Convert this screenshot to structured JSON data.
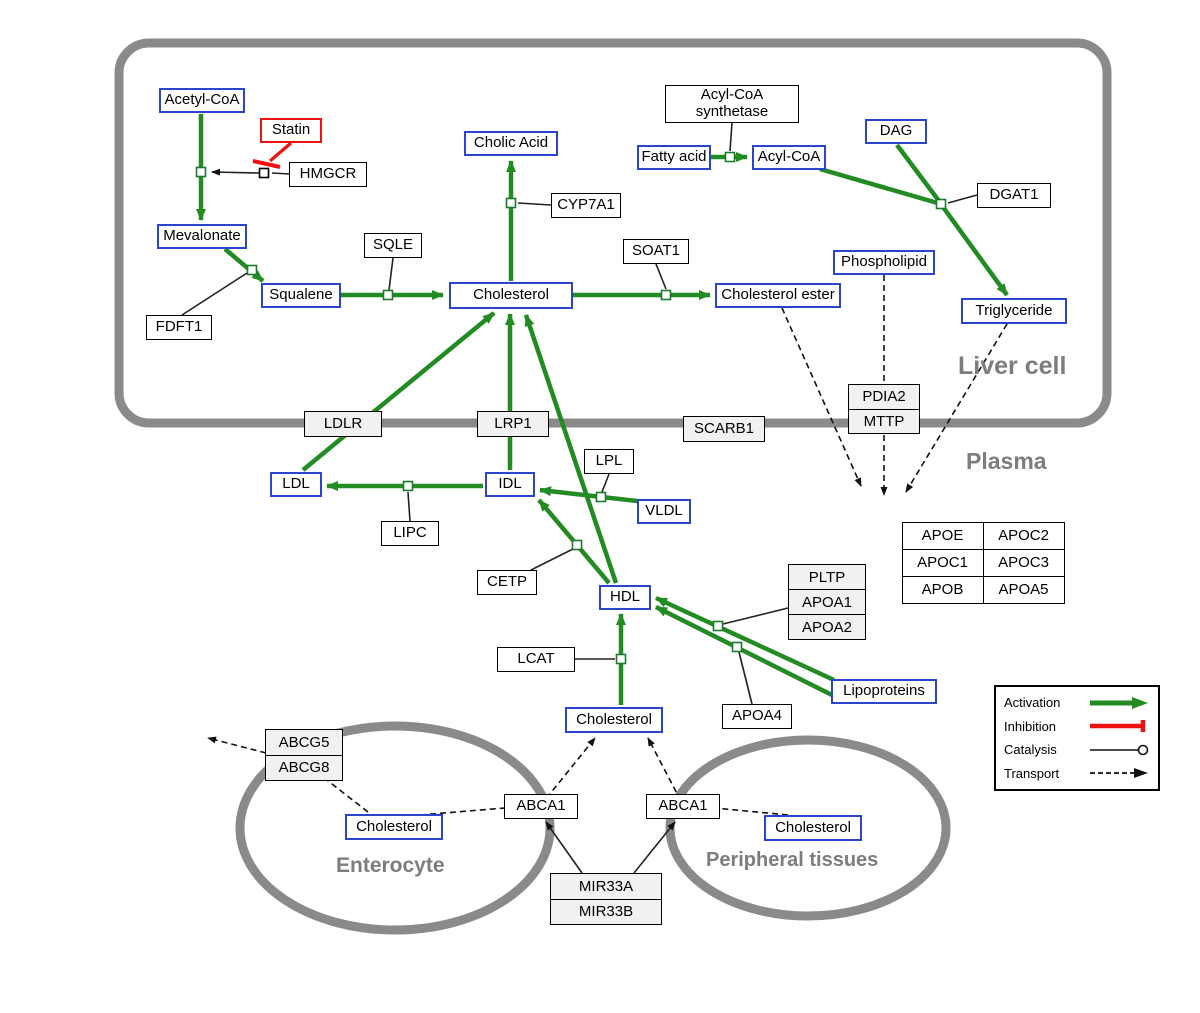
{
  "regions": {
    "liver": "Liver cell",
    "plasma": "Plasma",
    "enterocyte": "Enterocyte",
    "peripheral": "Peripheral tissues"
  },
  "nodes": {
    "acetyl_coa": "Acetyl-CoA",
    "statin": "Statin",
    "hmgcr": "HMGCR",
    "mevalonate": "Mevalonate",
    "fdft1": "FDFT1",
    "squalene": "Squalene",
    "sqle": "SQLE",
    "cholesterol_liver": "Cholesterol",
    "cholic_acid": "Cholic Acid",
    "cyp7a1": "CYP7A1",
    "soat1": "SOAT1",
    "cholesterol_ester": "Cholesterol ester",
    "fatty_acid": "Fatty acid",
    "acyl_coa_synthetase": "Acyl-CoA\nsynthetase",
    "acyl_coa": "Acyl-CoA",
    "dag": "DAG",
    "dgat1": "DGAT1",
    "phospholipid": "Phospholipid",
    "triglyceride": "Triglyceride",
    "pdia2": "PDIA2",
    "mttp": "MTTP",
    "ldlr": "LDLR",
    "lrp1": "LRP1",
    "scarb1": "SCARB1",
    "ldl": "LDL",
    "idl": "IDL",
    "lpl": "LPL",
    "vldl": "VLDL",
    "lipc": "LIPC",
    "cetp": "CETP",
    "hdl": "HDL",
    "pltp": "PLTP",
    "apoa1": "APOA1",
    "apoa2": "APOA2",
    "lcat": "LCAT",
    "apoa4": "APOA4",
    "lipoproteins": "Lipoproteins",
    "cholesterol_plasma": "Cholesterol",
    "abcg5": "ABCG5",
    "abcg8": "ABCG8",
    "cholesterol_enterocyte": "Cholesterol",
    "abca1_left": "ABCA1",
    "abca1_right": "ABCA1",
    "cholesterol_peripheral": "Cholesterol",
    "mir33a": "MIR33A",
    "mir33b": "MIR33B"
  },
  "apo_table": {
    "cells": [
      [
        "APOE",
        "APOC2"
      ],
      [
        "APOC1",
        "APOC3"
      ],
      [
        "APOB",
        "APOA5"
      ]
    ]
  },
  "legend": {
    "activation": "Activation",
    "inhibition": "Inhibition",
    "catalysis": "Catalysis",
    "transport": "Transport"
  },
  "colors": {
    "activation": "#228B22",
    "inhibition": "#ee1111",
    "catalysis": "#111111",
    "transport": "#111111",
    "metabolite_border": "#2a44cc",
    "protein_border": "#000000",
    "membrane": "#8a8a8a",
    "region_label": "#7d7d7d"
  }
}
